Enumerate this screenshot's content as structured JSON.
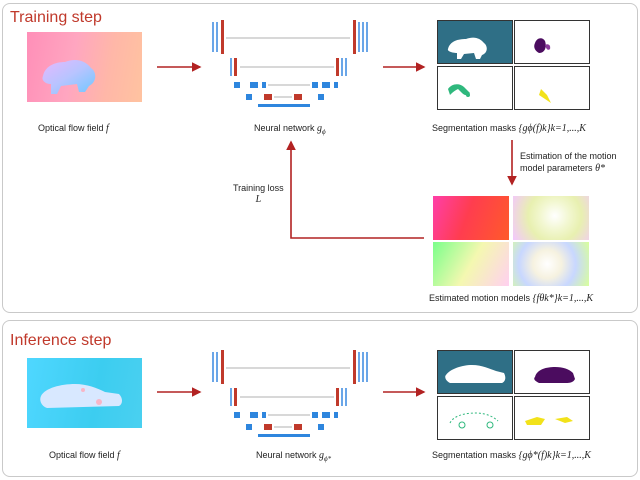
{
  "training": {
    "title": "Training step",
    "input_caption": "Optical flow field",
    "input_symbol": "f",
    "network_caption": "Neural network",
    "network_symbol": "g",
    "network_sub": "ϕ",
    "masks_caption": "Segmentation masks",
    "masks_math": "{gϕ(f)k}k=1,...,K",
    "estimation_line1": "Estimation of the motion",
    "estimation_line2": "model parameters",
    "estimation_symbol": "θ*",
    "loss_label": "Training loss",
    "loss_symbol": "L",
    "models_caption": "Estimated motion models",
    "models_math": "{fθk*}k=1,...,K"
  },
  "inference": {
    "title": "Inference step",
    "input_caption": "Optical flow field",
    "input_symbol": "f",
    "network_caption": "Neural network",
    "network_symbol": "g",
    "network_sub": "ϕ*",
    "masks_caption": "Segmentation masks",
    "masks_math": "{gϕ*(f)k}k=1,...,K"
  },
  "colors": {
    "arrow": "#b22222",
    "title": "#c0392b",
    "mask_bg": "#2f6f86"
  }
}
